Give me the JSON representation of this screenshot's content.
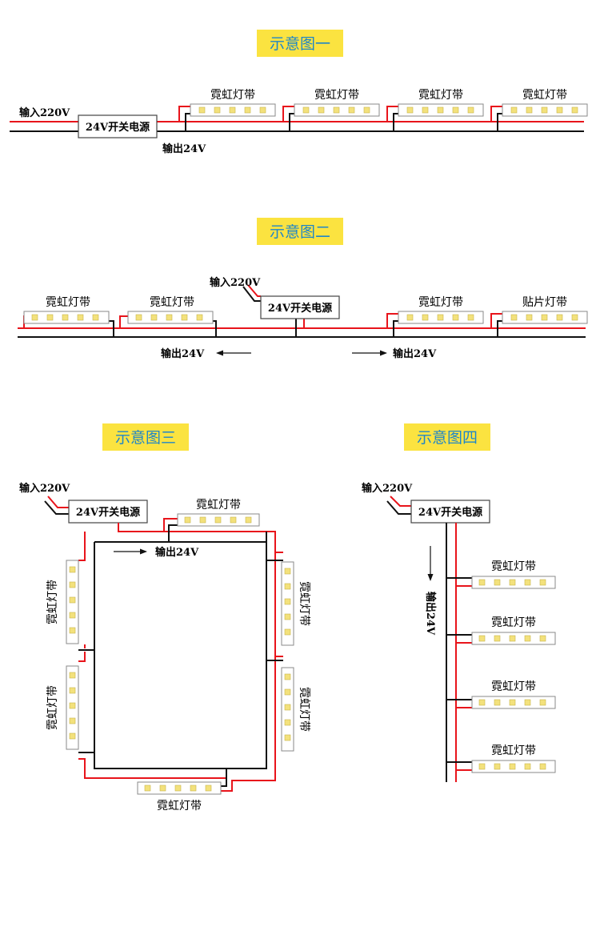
{
  "colors": {
    "live": "#e8141b",
    "neutral": "#111111",
    "title_bg": "#fbe340",
    "title_text": "#1f86c8",
    "chip": "#f3e17c",
    "strip_border": "#8a8a8a"
  },
  "icons": [
    "led-strip-icon",
    "power-supply-box",
    "arrow-right-icon",
    "arrow-left-icon",
    "arrow-down-icon"
  ],
  "labels": {
    "input": "输入220V",
    "power": "24V开关电源",
    "output": "输出24V",
    "strip": "霓虹灯带",
    "smd_strip": "贴片灯带"
  },
  "diagrams": {
    "d1": {
      "title": "示意图一"
    },
    "d2": {
      "title": "示意图二"
    },
    "d3": {
      "title": "示意图三"
    },
    "d4": {
      "title": "示意图四"
    }
  }
}
